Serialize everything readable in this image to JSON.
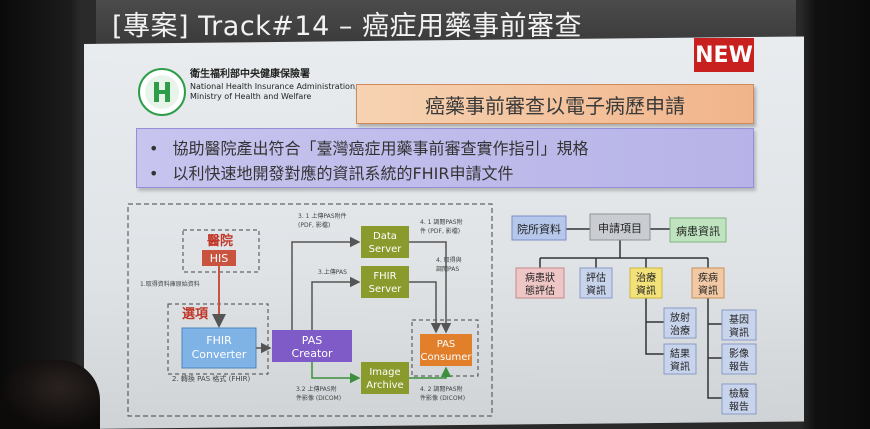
{
  "title": "[專案] Track#14 – 癌症用藥事前審查",
  "badge": "NEW",
  "org": {
    "name_zh": "衛生福利部中央健康保險署",
    "name_en_1": "National Health Insurance Administration,",
    "name_en_2": "Ministry of Health and Welfare"
  },
  "headline": "癌藥事前審查以電子病歷申請",
  "bullets": [
    "協助醫院產出符合「臺灣癌症用藥事前審查實作指引」規格",
    "以利快速地開發對應的資訊系統的FHIR申請文件"
  ],
  "bullet_marker": "•",
  "flow": {
    "hospital_group": "醫院",
    "his": "HIS",
    "option_group": "選項",
    "fhir_converter": [
      "FHIR",
      "Converter"
    ],
    "pas_creator": [
      "PAS",
      "Creator"
    ],
    "data_server": [
      "Data",
      "Server"
    ],
    "fhir_server": [
      "FHIR",
      "Server"
    ],
    "image_archive": [
      "Image",
      "Archive"
    ],
    "pas_consumer": [
      "PAS",
      "Consumer"
    ],
    "note_fetch": "1.取得資料庫原始資料",
    "note_convert": "2. 轉換 PAS 格式 (FHIR)",
    "note_31": [
      "3. 1 上傳PAS附件",
      "(PDF, 影檔)"
    ],
    "note_3": "3.上傳PAS",
    "note_32": [
      "3.2 上傳PAS附",
      "件影像 (DICOM)"
    ],
    "note_41": [
      "4. 1 調閱PAS附",
      "件 (PDF, 影檔)"
    ],
    "note_4": [
      "4. 取得與",
      "調閱PAS"
    ],
    "note_42": [
      "4. 2 調閱PAS附",
      "件影像 (DICOM)"
    ]
  },
  "tree": {
    "hospital_data": "院所資料",
    "application_item": "申請項目",
    "patient_info": "病患資訊",
    "patient_status": [
      "病患狀",
      "態評估"
    ],
    "evaluation": [
      "評估",
      "資訊"
    ],
    "treatment": [
      "治療",
      "資訊"
    ],
    "disease": [
      "疾病",
      "資訊"
    ],
    "radiotherapy": [
      "放射",
      "治療"
    ],
    "outcome": [
      "結果",
      "資訊"
    ],
    "gene": [
      "基因",
      "資訊"
    ],
    "imaging": [
      "影像",
      "報告"
    ],
    "lab": [
      "檢驗",
      "報告"
    ]
  },
  "colors": {
    "accent_red": "#c81f1f",
    "olive_box": "#8a9a2c",
    "orange_box": "#e27f2a",
    "purple_box": "#7e5bc7",
    "blue_box": "#6fa8dc"
  },
  "icons": {
    "logo": "nhi-logo-icon"
  }
}
